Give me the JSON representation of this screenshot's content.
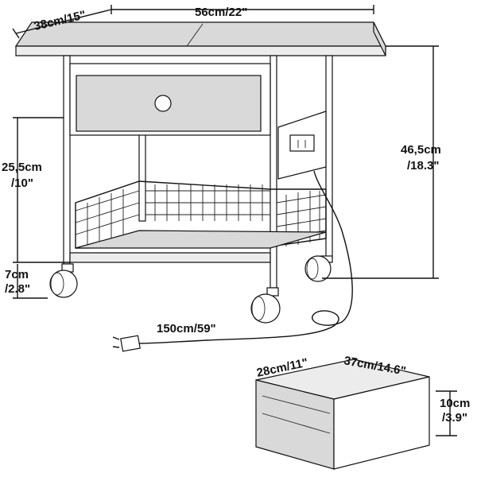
{
  "dimensions": {
    "depth_label": "38cm/15\"",
    "width_label": "56cm/22\"",
    "height_label_cm": "46,5cm",
    "height_label_in": "/18.3\"",
    "shelf_gap_cm": "25,5cm",
    "shelf_gap_in": "/10\"",
    "caster_cm": "7cm",
    "caster_in": "/2.8\"",
    "cord_label": "150cm/59\""
  },
  "box_dimensions": {
    "depth_label": "28cm/11\"",
    "width_label": "37cm/14.6\"",
    "height_cm": "10cm",
    "height_in": "/3.9\""
  }
}
